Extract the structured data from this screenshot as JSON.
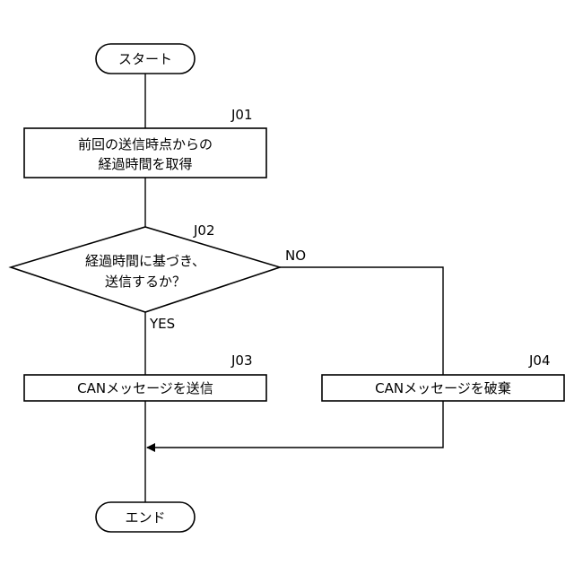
{
  "flowchart": {
    "start": {
      "label": "スタート"
    },
    "j01": {
      "tag": "J01",
      "line1": "前回の送信時点からの",
      "line2": "経過時間を取得"
    },
    "j02": {
      "tag": "J02",
      "line1": "経過時間に基づき、",
      "line2": "送信するか？"
    },
    "yes_label": "YES",
    "no_label": "NO",
    "j03": {
      "tag": "J03",
      "label": "CANメッセージを送信"
    },
    "j04": {
      "tag": "J04",
      "label": "CANメッセージを破棄"
    },
    "end": {
      "label": "エンド"
    }
  }
}
